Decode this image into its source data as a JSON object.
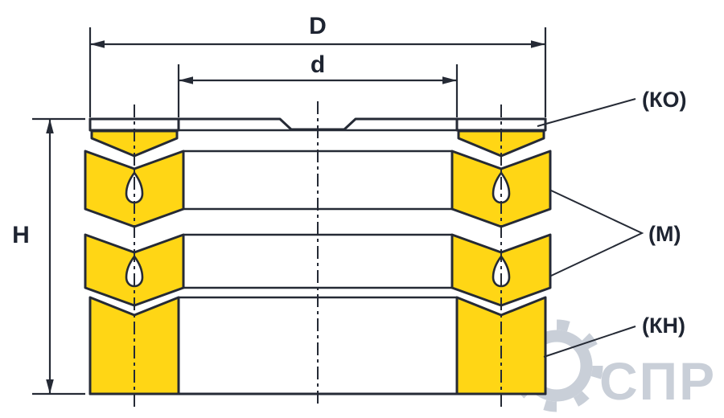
{
  "diagram": {
    "dim_labels": {
      "outer": "D",
      "inner": "d",
      "height": "H"
    },
    "callouts": {
      "ko": "(КО)",
      "m": "(М)",
      "kn": "(КН)"
    },
    "watermark_text": "СПР",
    "colors": {
      "fill": "#FFD615",
      "line": "#252A35",
      "label": "#1E2431",
      "watermark": "#C9CFD8"
    }
  }
}
